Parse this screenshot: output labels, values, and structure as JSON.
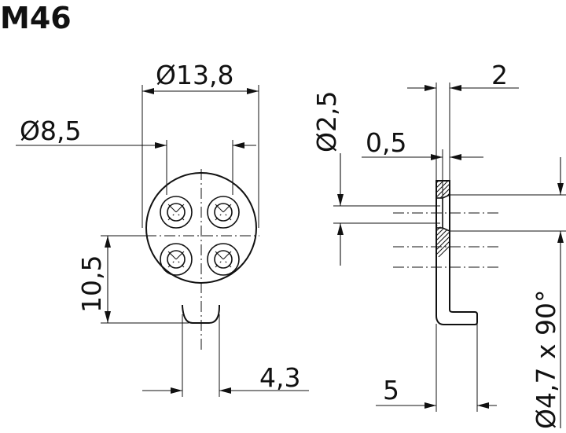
{
  "title": "M46",
  "dimensions": {
    "outer_diameter": "Ø13,8",
    "bolt_circle": "Ø8,5",
    "thread": "Ø2,5",
    "wall": "0,5",
    "thickness": "2",
    "height": "10,5",
    "tab_width": "4,3",
    "depth": "5",
    "countersink": "Ø4,7 x 90°"
  }
}
